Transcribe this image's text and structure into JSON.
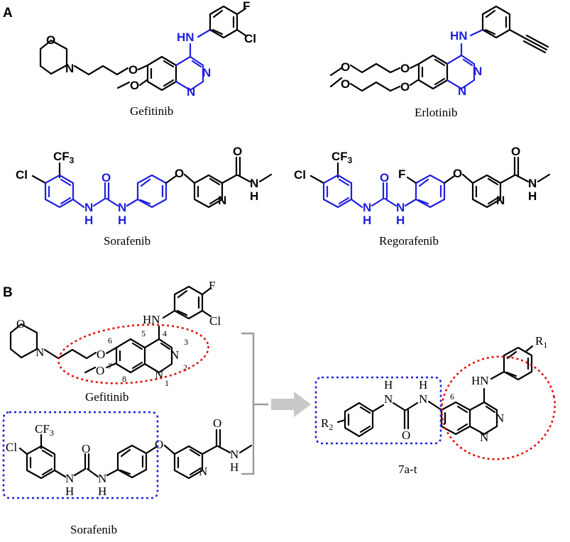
{
  "panels": {
    "a": "A",
    "b": "B"
  },
  "captions": {
    "gefitinib": "Gefitinib",
    "erlotinib": "Erlotinib",
    "sorafenib": "Sorafenib",
    "regorafenib": "Regorafenib",
    "gefitinib_b": "Gefitinib",
    "sorafenib_b": "Sorafenib",
    "target": "7a-t"
  },
  "atoms": {
    "F": "F",
    "Cl": "Cl",
    "HN": "HN",
    "N": "N",
    "O": "O",
    "H": "H",
    "C": "C",
    "F3": "F3",
    "R1": "R1",
    "R2": "R2"
  },
  "positions": [
    "6",
    "5",
    "4",
    "3",
    "7",
    "8",
    "1",
    "2",
    "6"
  ],
  "colors": {
    "highlight": "#1f1fe0",
    "ellipse": "#e01010",
    "box": "#1f1fe0",
    "arrow": "#c8c8c8"
  }
}
